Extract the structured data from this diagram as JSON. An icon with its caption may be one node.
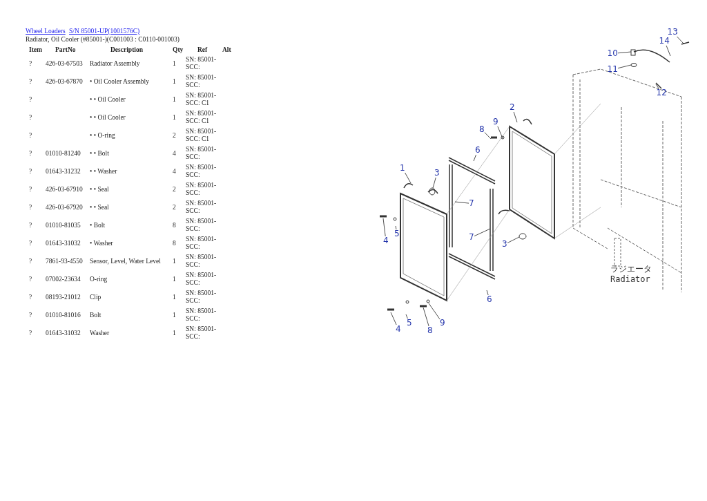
{
  "diagram": {
    "title": "Radiator, Oil Cooler (#85001-)(C001003 : C0110-001003)",
    "nodes": [
      {
        "text": [
          "1"
        ]
      },
      {
        "text": [
          "2"
        ]
      },
      {
        "text": [
          "3"
        ]
      },
      {
        "text": [
          "3"
        ]
      },
      {
        "text": [
          "4"
        ]
      },
      {
        "text": [
          "4"
        ]
      },
      {
        "text": [
          "5"
        ]
      },
      {
        "text": [
          "5"
        ]
      },
      {
        "text": [
          "6"
        ]
      },
      {
        "text": [
          "6"
        ]
      },
      {
        "text": [
          "7"
        ]
      },
      {
        "text": [
          "7"
        ]
      },
      {
        "text": [
          "8"
        ]
      },
      {
        "text": [
          "8"
        ]
      },
      {
        "text": [
          "9"
        ]
      },
      {
        "text": [
          "9"
        ]
      },
      {
        "text": [
          "10"
        ]
      },
      {
        "text": [
          "11"
        ]
      },
      {
        "text": [
          "12"
        ]
      },
      {
        "text": [
          "13"
        ]
      },
      {
        "text": [
          "14"
        ]
      }
    ],
    "edges": [
      {
        "from": 0,
        "to": null,
        "arrow": "none"
      },
      {
        "from": 1,
        "to": null,
        "arrow": "none"
      },
      {
        "from": 2,
        "to": null,
        "arrow": "none"
      },
      {
        "from": 3,
        "to": null,
        "arrow": "none"
      },
      {
        "from": 4,
        "to": null,
        "arrow": "none"
      },
      {
        "from": 5,
        "to": null,
        "arrow": "none"
      },
      {
        "from": 6,
        "to": null,
        "arrow": "none"
      },
      {
        "from": 7,
        "to": null,
        "arrow": "none"
      },
      {
        "from": 8,
        "to": null,
        "arrow": "none"
      },
      {
        "from": 9,
        "to": null,
        "arrow": "none"
      },
      {
        "from": 10,
        "to": null,
        "arrow": "none"
      },
      {
        "from": 11,
        "to": null,
        "arrow": "none"
      },
      {
        "from": 12,
        "to": null,
        "arrow": "none"
      },
      {
        "from": 13,
        "to": null,
        "arrow": "none"
      },
      {
        "from": 14,
        "to": null,
        "arrow": "none"
      },
      {
        "from": 15,
        "to": null,
        "arrow": "none"
      },
      {
        "from": 16,
        "to": null,
        "arrow": "none"
      },
      {
        "from": 17,
        "to": null,
        "arrow": "none"
      },
      {
        "from": 18,
        "to": null,
        "arrow": "none"
      },
      {
        "from": 19,
        "to": null,
        "arrow": "none"
      },
      {
        "from": 20,
        "to": null,
        "arrow": "none"
      }
    ],
    "labels": [
      "Wheel Loaders",
      "S/N 85001-UP(1001576C)",
      "Item",
      "PartNo",
      "Description",
      "Qty",
      "Ref",
      "Alt",
      "?",
      "426-03-67503",
      "Radiator Assembly",
      "1",
      "SN: 85001-SCC:",
      "?",
      "426-03-67870",
      "• Oil Cooler Assembly",
      "1",
      "SN: 85001-SCC:",
      "?",
      "• • Oil Cooler",
      "1",
      "SN: 85001-SCC: C1",
      "?",
      "• • Oil Cooler",
      "1",
      "SN: 85001-SCC: C1",
      "?",
      "• • O-ring",
      "2",
      "SN: 85001-SCC: C1",
      "?",
      "01010-81240",
      "• • Bolt",
      "4",
      "SN: 85001-SCC:",
      "?",
      "01643-31232",
      "• • Washer",
      "4",
      "SN: 85001-SCC:",
      "?",
      "426-03-67910",
      "• • Seal",
      "2",
      "SN: 85001-SCC:",
      "?",
      "426-03-67920",
      "• • Seal",
      "2",
      "SN: 85001-SCC:",
      "?",
      "01010-81035",
      "• Bolt",
      "8",
      "SN: 85001-SCC:",
      "?",
      "01643-31032",
      "• Washer",
      "8",
      "SN: 85001-SCC:",
      "?",
      "7861-93-4550",
      "Sensor, Level, Water Level",
      "1",
      "SN: 85001-SCC:",
      "?",
      "07002-23634",
      "O-ring",
      "1",
      "SN: 85001-SCC:",
      "?",
      "08193-21012",
      "Clip",
      "1",
      "SN: 85001-SCC:",
      "?",
      "01010-81016",
      "Bolt",
      "1",
      "SN: 85001-SCC:",
      "?",
      "01643-31032",
      "Washer",
      "1",
      "SN: 85001-SCC:",
      "ラジエータ",
      "Radiator"
    ]
  }
}
